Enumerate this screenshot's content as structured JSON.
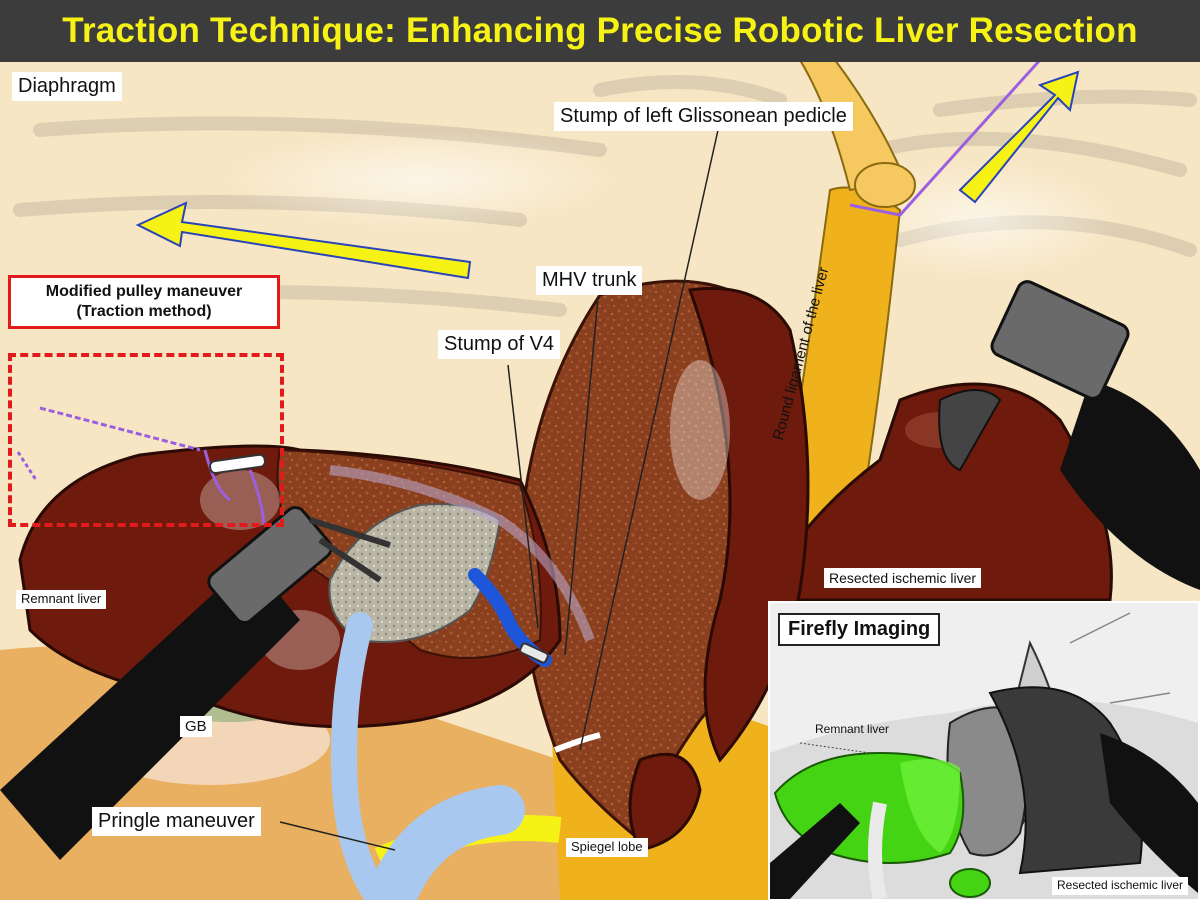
{
  "title": "Traction Technique: Enhancing Precise Robotic Liver Resection",
  "labels": {
    "diaphragm": "Diaphragm",
    "stump_left_glissonean": "Stump of left Glissonean pedicle",
    "mhv_trunk": "MHV trunk",
    "stump_v4": "Stump of V4",
    "round_ligament": "Round ligament of the liver",
    "remnant_liver": "Remnant liver",
    "gb": "GB",
    "pringle": "Pringle maneuver",
    "spiegel": "Spiegel lobe",
    "resected_ischemic": "Resected ischemic liver"
  },
  "pulley_box": {
    "line1": "Modified pulley maneuver",
    "line2": "(Traction method)"
  },
  "inset": {
    "title": "Firefly Imaging",
    "remnant_liver": "Remnant liver",
    "resected_ischemic": "Resected ischemic liver"
  },
  "colors": {
    "title_bg": "#3c3c3c",
    "title_text": "#f7f215",
    "background": "#f7e6c4",
    "liver_remnant": "#6e1a0c",
    "liver_resected": "#8a3f1e",
    "round_ligament": "#f0b21c",
    "traction_arrow": "#f7f215",
    "arrow_outline": "#2844b8",
    "pulley_tape": "#9b5fe0",
    "pringle_tube": "#a9c8f0",
    "mhv": "#1d56d8",
    "dashed_box": "#e11b1b",
    "icg_green": "#44d414"
  }
}
